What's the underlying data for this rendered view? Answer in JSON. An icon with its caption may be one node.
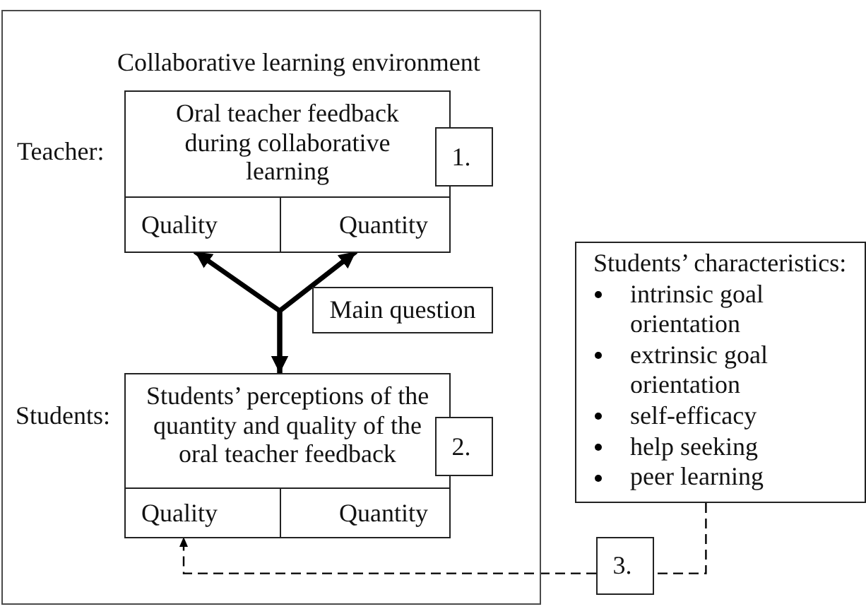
{
  "diagram": {
    "nodes": [
      {
        "text": [
          "Collaborative learning environment"
        ]
      },
      {
        "text": [
          "Oral teacher feedback during collaborative learning"
        ],
        "beside": [
          "Teacher:"
        ],
        "in": 0
      },
      {
        "text": [
          "Quality"
        ],
        "in": 1
      },
      {
        "text": [
          "Quantity"
        ],
        "in": 1
      },
      {
        "text": [
          "1."
        ],
        "in": 0
      },
      {
        "text": [
          "Main question"
        ],
        "in": 0
      },
      {
        "text": [
          "Students’ perceptions of the quantity and quality of the oral teacher feedback"
        ],
        "beside": [
          "Students:"
        ],
        "in": 0
      },
      {
        "text": [
          "Quality"
        ],
        "in": 6
      },
      {
        "text": [
          "Quantity"
        ],
        "in": 6
      },
      {
        "text": [
          "2."
        ],
        "in": 0
      },
      {
        "text": [
          "Students’ characteristics:",
          "intrinsic goal orientation",
          "extrinsic goal orientation",
          "self-efficacy",
          "help seeking",
          "peer learning"
        ]
      },
      {
        "text": [
          "3."
        ]
      }
    ],
    "edges": [
      {
        "from": 6,
        "to": 2,
        "arrow": "both",
        "style": "thick"
      },
      {
        "from": 6,
        "to": 3,
        "arrow": "both",
        "style": "thick"
      },
      {
        "from": 10,
        "to": 11,
        "arrow": "none",
        "style": "dashed"
      },
      {
        "from": 11,
        "to": 7,
        "arrow": "to",
        "style": "dashed"
      }
    ]
  }
}
